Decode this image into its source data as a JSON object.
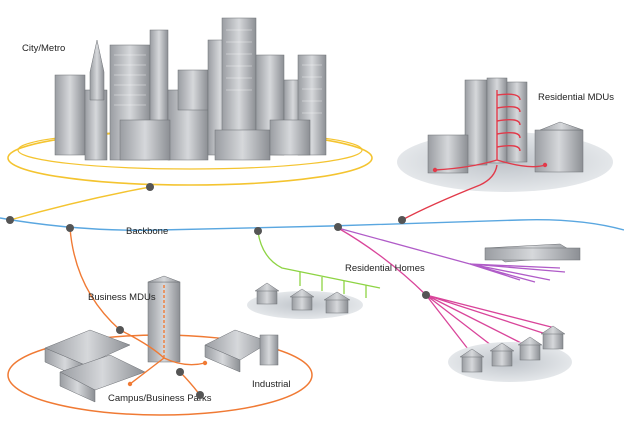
{
  "labels": {
    "city": "City/Metro",
    "residential_mdus": "Residential MDUs",
    "backbone": "Backbone",
    "residential_homes": "Residential Homes",
    "business_mdus": "Business MDUs",
    "industrial": "Industrial",
    "campus": "Campus/Business Parks"
  },
  "colors": {
    "backbone": "#5aa7e0",
    "city": "#f4c430",
    "residential_mdus": "#e23a4a",
    "green_link": "#8ed444",
    "purple_link": "#b05cc8",
    "magenta_link": "#d9459a",
    "orange_link": "#f07a34",
    "node": "#555555",
    "building": "#b9bcc0",
    "building_dark": "#7b7e83"
  },
  "icons": {
    "city": "city-skyline-icon",
    "residential_mdus": "apartment-blocks-icon",
    "residential_homes": "houses-icon",
    "business_mdus": "office-tower-icon",
    "campus": "campus-buildings-icon"
  }
}
